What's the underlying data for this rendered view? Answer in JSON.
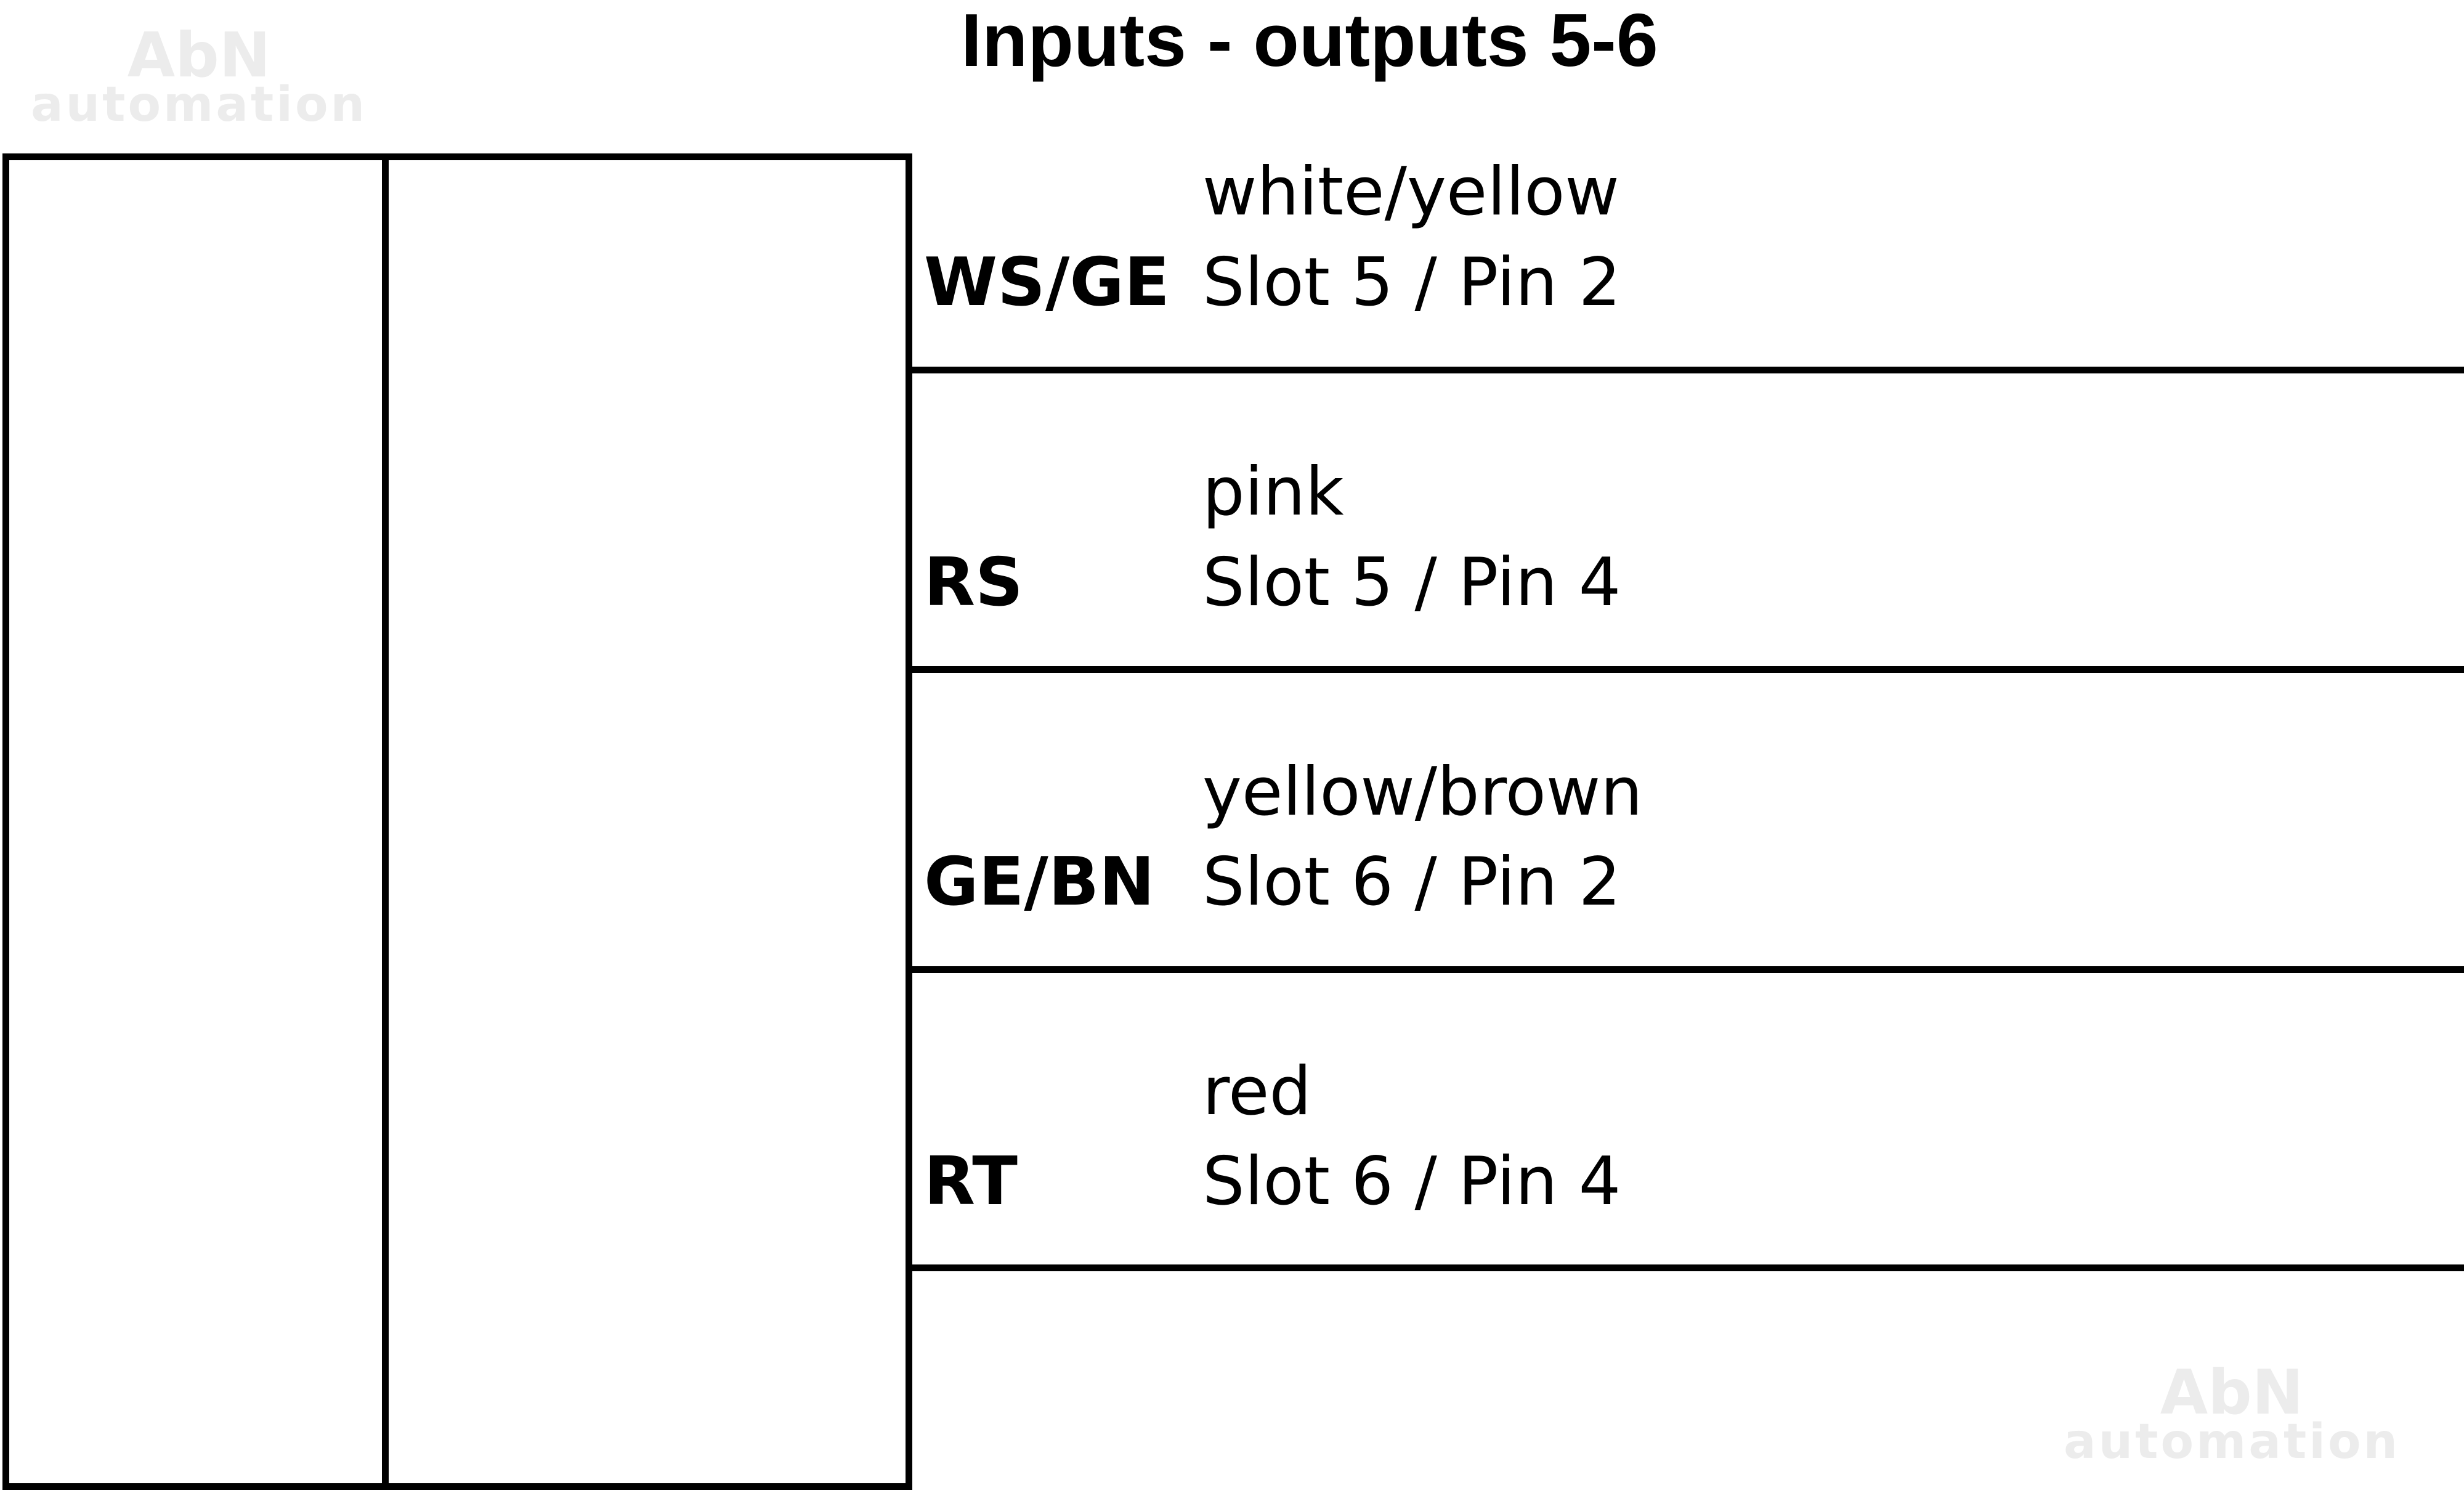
{
  "title": "Inputs - outputs 5-6",
  "watermark": {
    "line1": "AbN",
    "line2": "automation"
  },
  "wires": [
    {
      "abbr": "WS/GE",
      "color": "white/yellow",
      "location": "Slot 5 / Pin 2"
    },
    {
      "abbr": "RS",
      "color": "pink",
      "location": "Slot 5 / Pin 4"
    },
    {
      "abbr": "GE/BN",
      "color": "yellow/brown",
      "location": "Slot 6 / Pin 2"
    },
    {
      "abbr": "RT",
      "color": "red",
      "location": "Slot 6 / Pin 4"
    }
  ]
}
